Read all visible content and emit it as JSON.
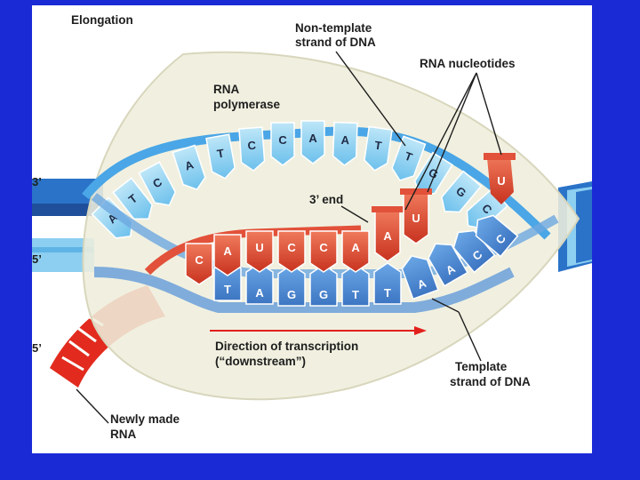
{
  "title": "Elongation",
  "labels": {
    "non_template_line1": "Non-template",
    "non_template_line2": "strand of DNA",
    "rna_nucleotides": "RNA nucleotides",
    "rna_polymerase_line1": "RNA",
    "rna_polymerase_line2": "polymerase",
    "three_end": "3’ end",
    "direction_line1": "Direction of transcription",
    "direction_line2": "(“downstream”)",
    "template_line1": "Template",
    "template_line2": "strand of DNA",
    "newly_made_line1": "Newly made",
    "newly_made_line2": "RNA"
  },
  "strand_ends": {
    "top_left": "3’",
    "middle_left": "5’",
    "bottom_left": "5’"
  },
  "non_template_bases": [
    "A",
    "T",
    "C",
    "A",
    "T",
    "C",
    "C",
    "A",
    "A",
    "T",
    "T",
    "G",
    "G",
    "C"
  ],
  "rna_bases": [
    "C",
    "A",
    "U",
    "C",
    "C",
    "A",
    "A",
    "U"
  ],
  "template_bases": [
    "T",
    "A",
    "G",
    "G",
    "T",
    "T",
    "A",
    "A",
    "C",
    "C"
  ],
  "free_nucleotide": "U",
  "colors": {
    "background": "#1a2bd6",
    "rna": "#e2513a",
    "template_dna": "#4f8fd8",
    "non_template_dna": "#8fd0f2",
    "polymerase": "#efeedc"
  }
}
